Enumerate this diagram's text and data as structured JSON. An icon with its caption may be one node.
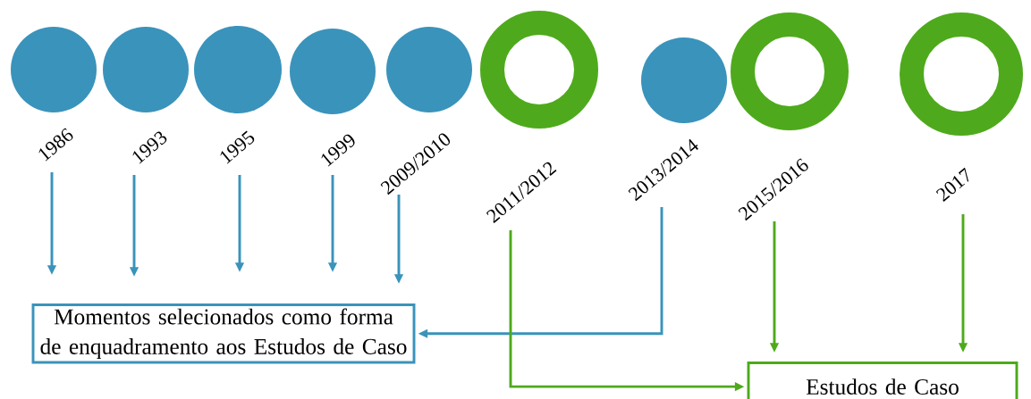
{
  "diagram": {
    "nodes": [
      {
        "text": [],
        "shape": "circle",
        "beside": [
          "1986"
        ]
      },
      {
        "text": [],
        "shape": "circle",
        "beside": [
          "1993"
        ]
      },
      {
        "text": [],
        "shape": "circle",
        "beside": [
          "1995"
        ]
      },
      {
        "text": [],
        "shape": "circle",
        "beside": [
          "1999"
        ]
      },
      {
        "text": [],
        "shape": "circle",
        "beside": [
          "2009/2010"
        ]
      },
      {
        "text": [],
        "shape": "ring",
        "beside": [
          "2011/2012"
        ]
      },
      {
        "text": [],
        "shape": "circle",
        "beside": [
          "2013/2014"
        ]
      },
      {
        "text": [],
        "shape": "ring",
        "beside": [
          "2015/2016"
        ]
      },
      {
        "text": [],
        "shape": "ring",
        "beside": [
          "2017"
        ]
      },
      {
        "text": [
          "Momentos selecionados como forma de enquadramento aos Estudos de Caso"
        ]
      },
      {
        "text": [
          "Estudos de Caso"
        ]
      }
    ],
    "edges": [
      {
        "from": 0,
        "to": 9,
        "arrow": "to"
      },
      {
        "from": 1,
        "to": 9,
        "arrow": "to"
      },
      {
        "from": 2,
        "to": 9,
        "arrow": "to"
      },
      {
        "from": 3,
        "to": 9,
        "arrow": "to"
      },
      {
        "from": 4,
        "to": 9,
        "arrow": "to"
      },
      {
        "from": 6,
        "to": 9,
        "arrow": "to"
      },
      {
        "from": 5,
        "to": 10,
        "arrow": "to",
        "color": "#4eaa1c"
      },
      {
        "from": 7,
        "to": 10,
        "arrow": "to",
        "color": "#4eaa1c"
      },
      {
        "from": 8,
        "to": 10,
        "arrow": "to",
        "color": "#4eaa1c"
      }
    ]
  }
}
